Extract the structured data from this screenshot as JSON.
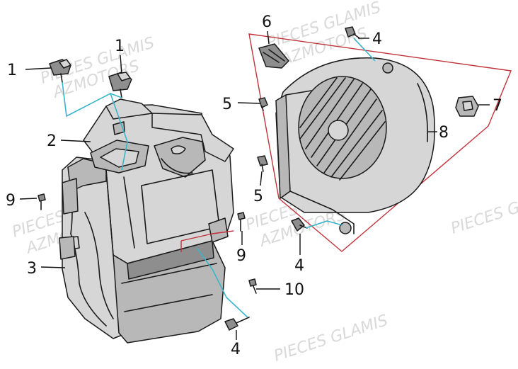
{
  "diagram": {
    "callouts": [
      {
        "id": "c1a",
        "text": "1"
      },
      {
        "id": "c1b",
        "text": "1"
      },
      {
        "id": "c2",
        "text": "2"
      },
      {
        "id": "c3",
        "text": "3"
      },
      {
        "id": "c4a",
        "text": "4"
      },
      {
        "id": "c4b",
        "text": "4"
      },
      {
        "id": "c4c",
        "text": "4"
      },
      {
        "id": "c5a",
        "text": "5"
      },
      {
        "id": "c5b",
        "text": "5"
      },
      {
        "id": "c6",
        "text": "6"
      },
      {
        "id": "c7",
        "text": "7"
      },
      {
        "id": "c8",
        "text": "8"
      },
      {
        "id": "c9a",
        "text": "9"
      },
      {
        "id": "c9b",
        "text": "9"
      },
      {
        "id": "c10",
        "text": "10"
      }
    ],
    "watermarks": {
      "w1": "PIECES GLAMIS",
      "w2": "AZMOTORS",
      "w3": "PIECES GLAMIS",
      "w4": "AZMOTORS",
      "w5": "PIECES GLAMIS",
      "w6": "AZMOTORS",
      "w7": "PIECES GLAMIS",
      "w8": "AZMOTORS",
      "w9": "PIECES GLAMIS",
      "w10": "PIECES GLAMIS"
    },
    "colors": {
      "leader_line": "#111111",
      "link_line": "#39b5c9",
      "group_outline": "#c0323a",
      "part_fill": "#b8b8b8"
    }
  }
}
